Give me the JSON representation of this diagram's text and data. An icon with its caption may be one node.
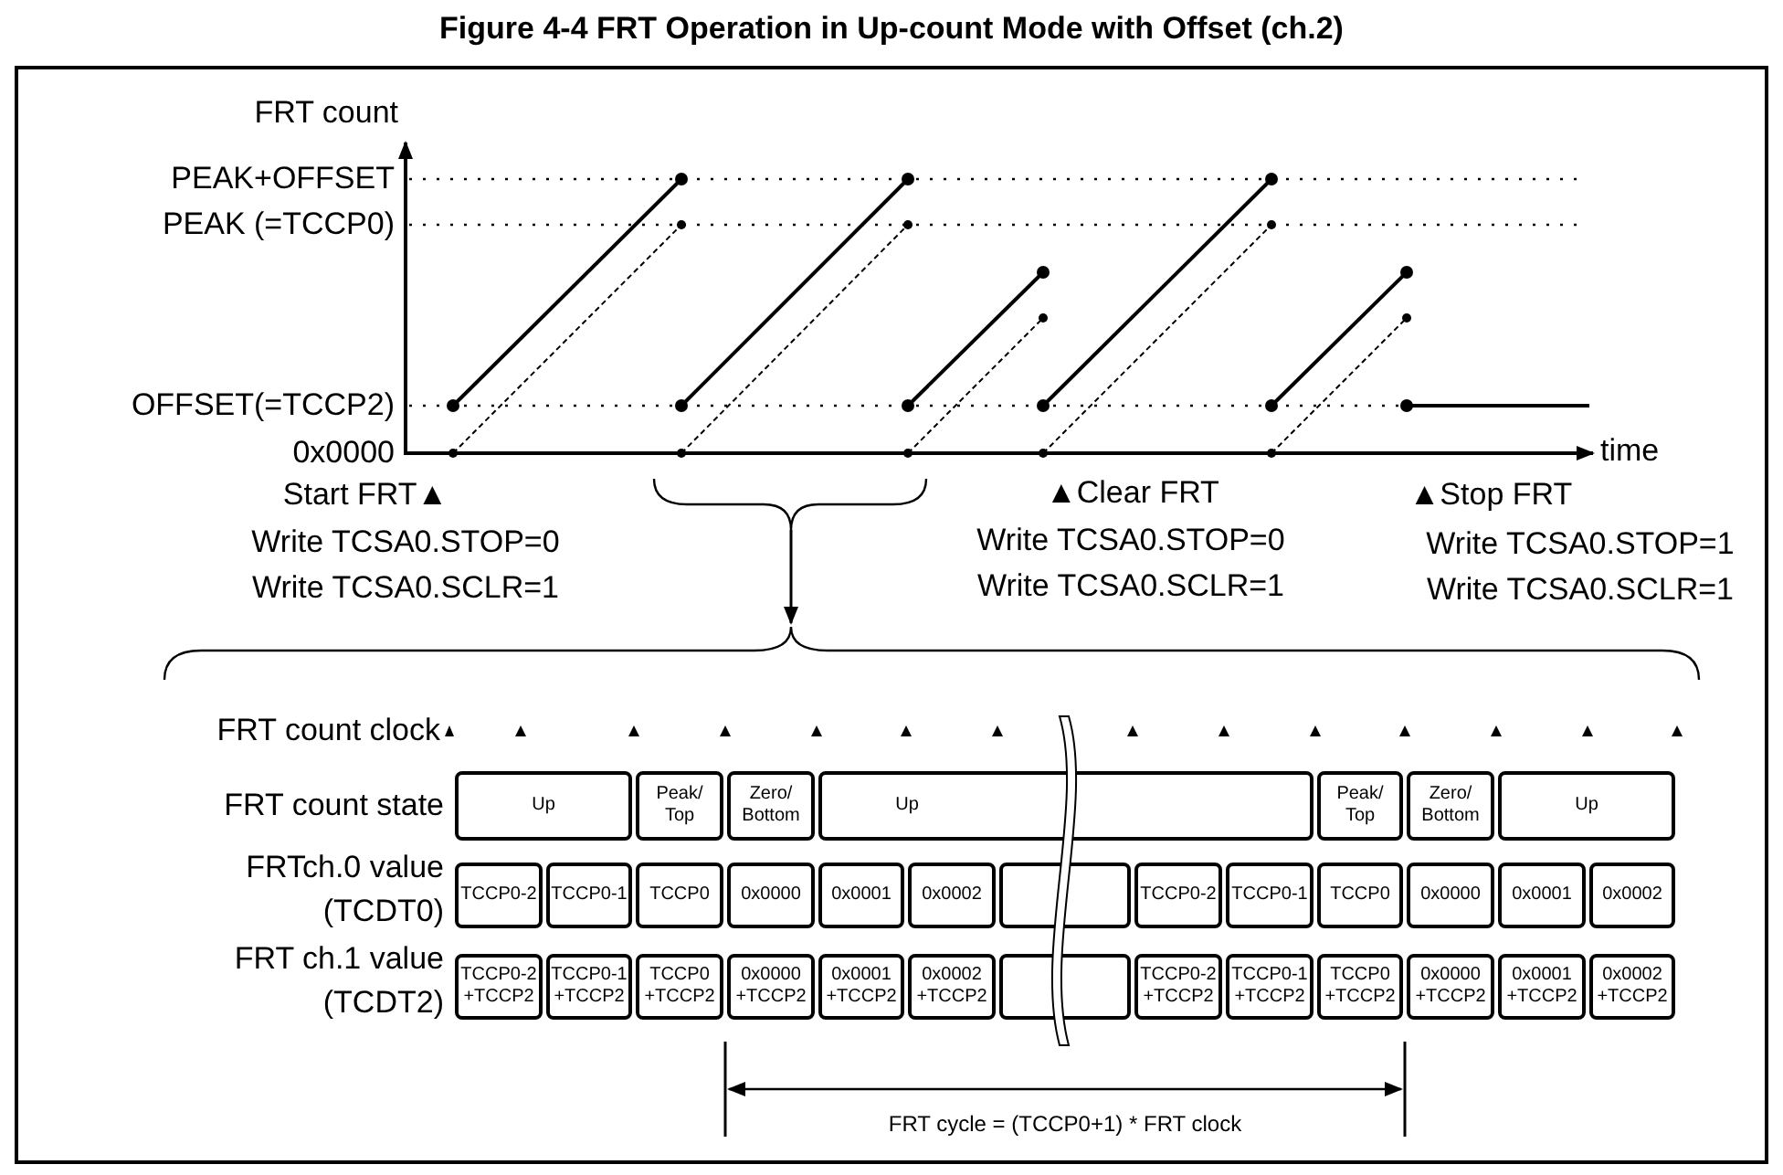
{
  "diagram": {
    "title": "Figure 4-4 FRT Operation in Up-count Mode with Offset (ch.2)",
    "nodes": [
      {
        "text": [
          "Up"
        ]
      },
      {
        "text": [
          "Peak/ Top"
        ]
      },
      {
        "text": [
          "Zero/ Bottom"
        ]
      },
      {
        "text": [
          "Up"
        ]
      },
      {
        "text": [
          "Peak/ Top"
        ]
      },
      {
        "text": [
          "Zero/ Bottom"
        ]
      },
      {
        "text": [
          "Up"
        ]
      },
      {
        "text": [
          "TCCP0-2"
        ]
      },
      {
        "text": [
          "TCCP0-1"
        ]
      },
      {
        "text": [
          "TCCP0"
        ]
      },
      {
        "text": [
          "0x0000"
        ]
      },
      {
        "text": [
          "0x0001"
        ]
      },
      {
        "text": [
          "0x0002"
        ]
      },
      {
        "text": [],
        "shape": "box"
      },
      {
        "text": [
          "TCCP0-2"
        ]
      },
      {
        "text": [
          "TCCP0-1"
        ]
      },
      {
        "text": [
          "TCCP0"
        ]
      },
      {
        "text": [
          "0x0000"
        ]
      },
      {
        "text": [
          "0x0001"
        ]
      },
      {
        "text": [
          "0x0002"
        ]
      },
      {
        "text": [
          "TCCP0-2 +TCCP2"
        ]
      },
      {
        "text": [
          "TCCP0-1 +TCCP2"
        ]
      },
      {
        "text": [
          "TCCP0 +TCCP2"
        ]
      },
      {
        "text": [
          "0x0000 +TCCP2"
        ]
      },
      {
        "text": [
          "0x0001 +TCCP2"
        ]
      },
      {
        "text": [
          "0x0002 +TCCP2"
        ]
      },
      {
        "text": [],
        "shape": "box"
      },
      {
        "text": [
          "TCCP0-2 +TCCP2"
        ]
      },
      {
        "text": [
          "TCCP0-1 +TCCP2"
        ]
      },
      {
        "text": [
          "TCCP0 +TCCP2"
        ]
      },
      {
        "text": [
          "0x0000 +TCCP2"
        ]
      },
      {
        "text": [
          "0x0001 +TCCP2"
        ]
      },
      {
        "text": [
          "0x0002 +TCCP2"
        ]
      }
    ],
    "labels": [
      "FRT count",
      "PEAK+OFFSET",
      "PEAK (=TCCP0)",
      "OFFSET(=TCCP2)",
      "0x0000",
      "time",
      "Start FRT▲",
      "▲Clear FRT",
      "▲Stop FRT",
      "Write TCSA0.STOP=0",
      "Write TCSA0.STOP=0",
      "Write TCSA0.STOP=1",
      "Write TCSA0.SCLR=1",
      "Write TCSA0.SCLR=1",
      "Write TCSA0.SCLR=1",
      "FRT count clock",
      "FRT count state",
      "FRTch.0 value (TCDT0)",
      "FRT ch.1 value (TCDT2)",
      "FRT cycle = (TCCP0+1) * FRT clock"
    ]
  }
}
